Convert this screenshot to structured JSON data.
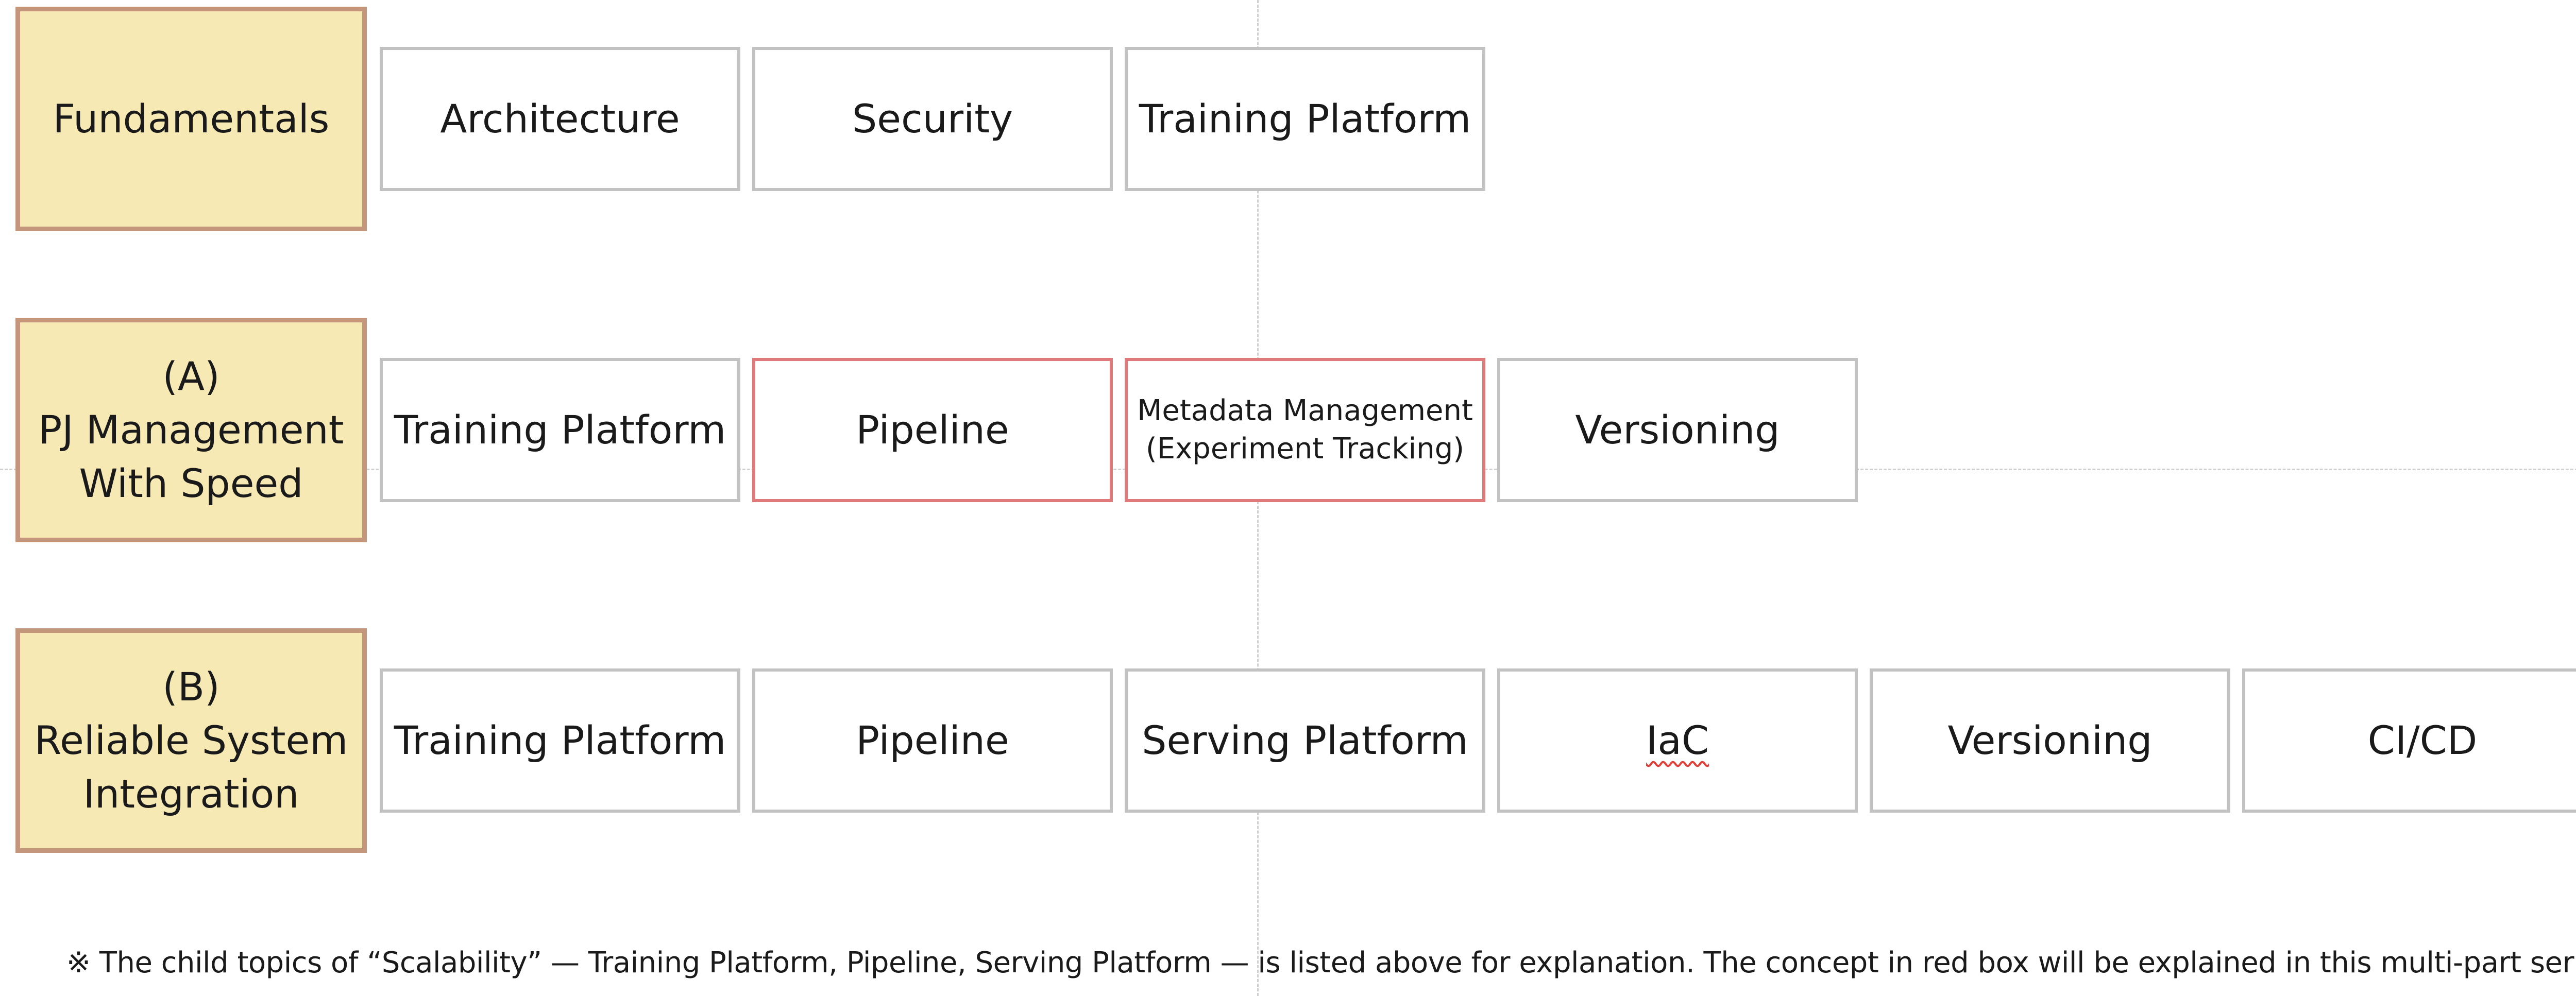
{
  "rows": [
    {
      "category": [
        "Fundamentals"
      ],
      "topics": [
        {
          "lines": [
            "Architecture"
          ],
          "highlight": false
        },
        {
          "lines": [
            "Security"
          ],
          "highlight": false
        },
        {
          "lines": [
            "Training Platform"
          ],
          "highlight": false
        }
      ]
    },
    {
      "category": [
        "(A)",
        "PJ Management",
        "With Speed"
      ],
      "topics": [
        {
          "lines": [
            "Training Platform"
          ],
          "highlight": false
        },
        {
          "lines": [
            "Pipeline"
          ],
          "highlight": true
        },
        {
          "lines": [
            "Metadata Management",
            "(Experiment Tracking)"
          ],
          "highlight": true
        },
        {
          "lines": [
            "Versioning"
          ],
          "highlight": false
        }
      ]
    },
    {
      "category": [
        "(B)",
        "Reliable System",
        "Integration"
      ],
      "topics": [
        {
          "lines": [
            "Training Platform"
          ],
          "highlight": false
        },
        {
          "lines": [
            "Pipeline"
          ],
          "highlight": false
        },
        {
          "lines": [
            "Serving Platform"
          ],
          "highlight": false
        },
        {
          "lines": [
            "IaC"
          ],
          "highlight": false
        },
        {
          "lines": [
            "Versioning"
          ],
          "highlight": false
        },
        {
          "lines": [
            "CI/CD"
          ],
          "highlight": false
        }
      ]
    }
  ],
  "footnote": "※ The child topics of “Scalability” — Training Platform, Pipeline, Serving Platform — is listed above for explanation. The concept in red box will be explained in this multi-part series.",
  "colors": {
    "category_fill": "#f6e9b3",
    "category_border": "#c4967b",
    "box_border": "#c2c2c2",
    "highlight_border": "#e07a7a"
  }
}
